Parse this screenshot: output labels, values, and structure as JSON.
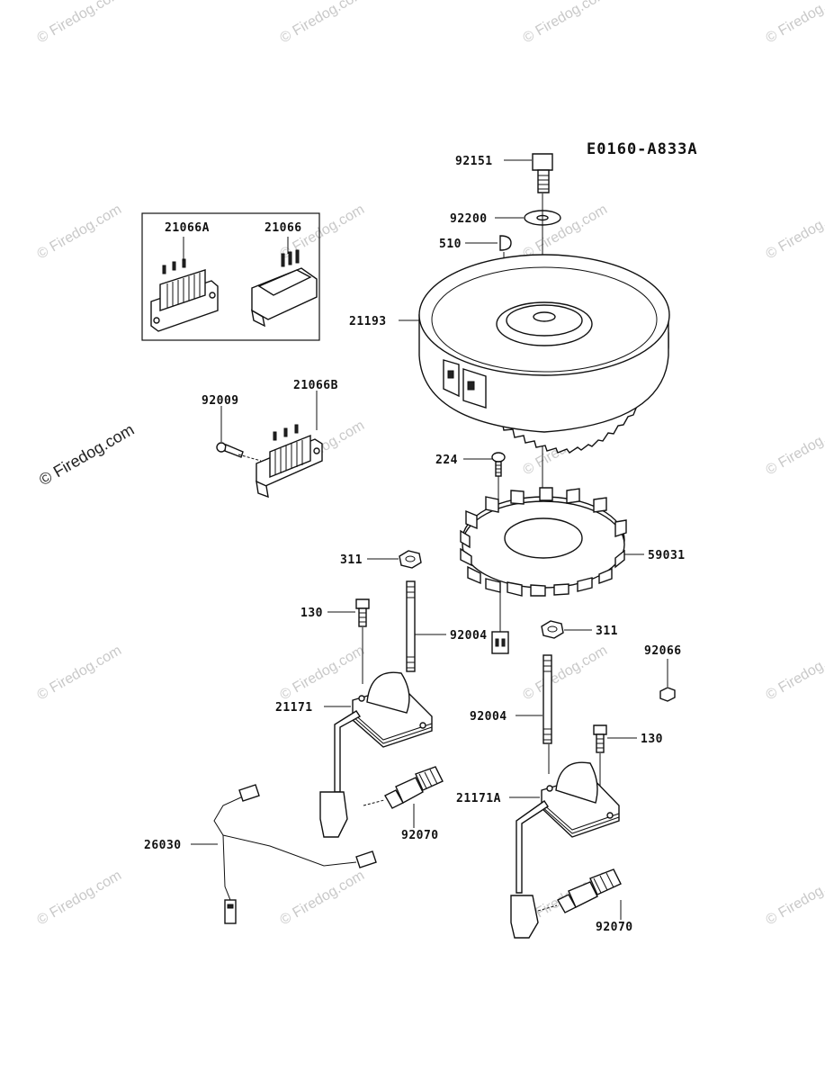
{
  "diagram": {
    "code": "E0160-A833A",
    "watermark": "© Firedog.com",
    "watermark_main": "© Firedog.com",
    "parts": {
      "p92151": "92151",
      "p92200": "92200",
      "p510": "510",
      "p21193": "21193",
      "p21066A": "21066A",
      "p21066": "21066",
      "p92009": "92009",
      "p21066B": "21066B",
      "p224": "224",
      "p59031": "59031",
      "p311a": "311",
      "p130a": "130",
      "p92004a": "92004",
      "p311b": "311",
      "p92066": "92066",
      "p21171": "21171",
      "p92004b": "92004",
      "p130b": "130",
      "p21171A": "21171A",
      "p26030": "26030",
      "p92070a": "92070",
      "p92070b": "92070"
    }
  }
}
